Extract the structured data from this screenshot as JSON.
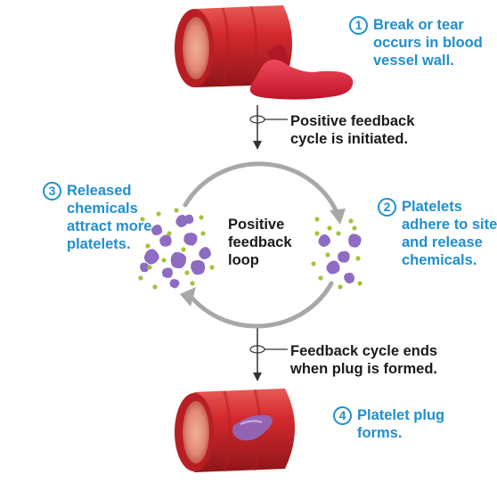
{
  "steps": [
    {
      "number": "1",
      "lines": [
        "Break or tear",
        "occurs in blood",
        "vessel wall."
      ]
    },
    {
      "number": "2",
      "lines": [
        "Platelets",
        "adhere to site",
        "and release",
        "chemicals."
      ]
    },
    {
      "number": "3",
      "lines": [
        "Released",
        "chemicals",
        "attract more",
        "platelets."
      ]
    },
    {
      "number": "4",
      "lines": [
        "Platelet plug",
        "forms."
      ]
    }
  ],
  "center_label": [
    "Positive",
    "feedback",
    "loop"
  ],
  "annotations": {
    "initiated": [
      "Positive feedback",
      "cycle is initiated."
    ],
    "ends": [
      "Feedback cycle ends",
      "when plug is formed."
    ]
  },
  "colors": {
    "step_text": "#1f8fcf",
    "vessel": "#d42a2e",
    "blood": "#e0203a",
    "platelet": "#8e6cc2",
    "chemical_dot": "#a6c23a",
    "loop_arrow": "#a8a8a8"
  }
}
